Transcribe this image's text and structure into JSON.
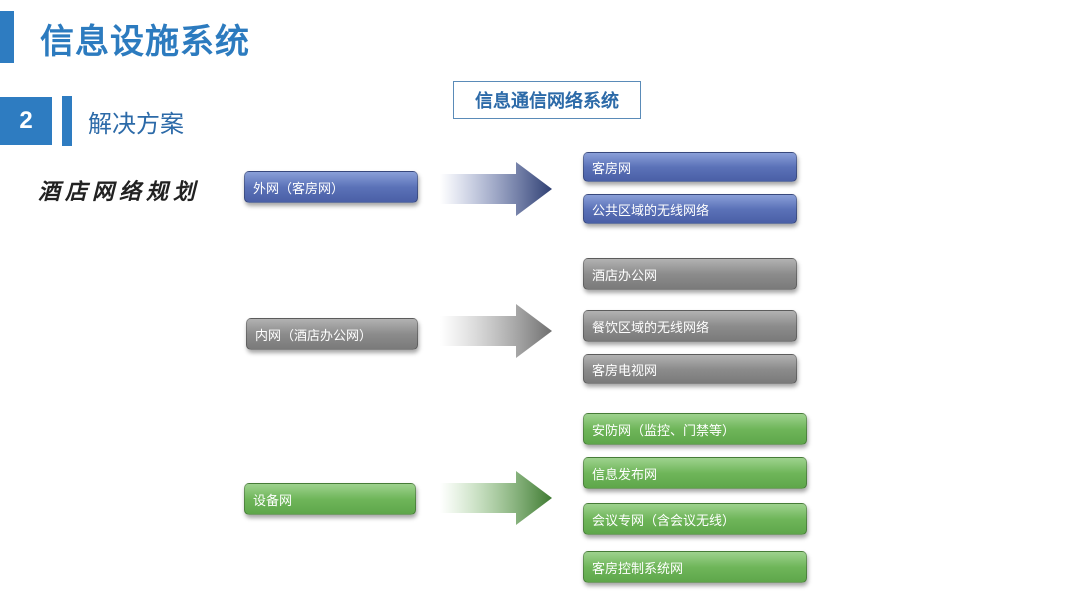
{
  "slide": {
    "title": "信息设施系统",
    "section_number": "2",
    "section_label": "解决方案",
    "subtitle_handwritten": "酒店网络规划",
    "diagram_title": "信息通信网络系统"
  },
  "groups": [
    {
      "color": "#5b72b8",
      "source": "外网（客房网）",
      "targets": [
        "客房网",
        "公共区域的无线网络"
      ]
    },
    {
      "color": "#8c8c8c",
      "source": "内网（酒店办公网）",
      "targets": [
        "酒店办公网",
        "餐饮区域的无线网络",
        "客房电视网"
      ]
    },
    {
      "color": "#6fb65a",
      "source": "设备网",
      "targets": [
        "安防网（监控、门禁等）",
        "信息发布网",
        "会议专网（含会议无线）",
        "客房控制系统网"
      ]
    }
  ]
}
